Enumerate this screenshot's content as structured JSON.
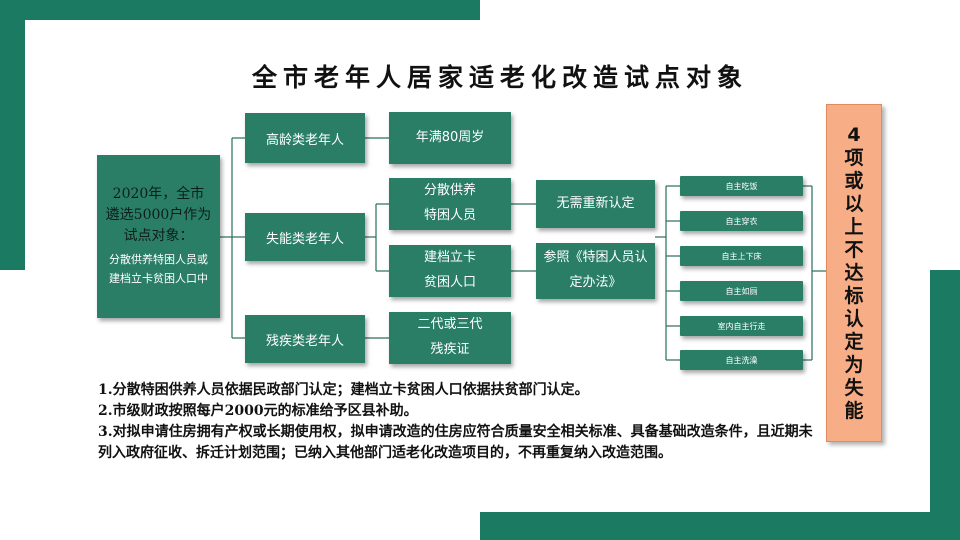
{
  "title": "全市老年人居家适老化改造试点对象",
  "root": {
    "line1": "2020年，全市",
    "line2": "遴选5000户作为",
    "line3": "试点对象：",
    "line4": "分散供养特困人员或",
    "line5": "建档立卡贫困人口中"
  },
  "categories": {
    "advanced_age": "高龄类老年人",
    "disabled_function": "失能类老年人",
    "disability": "残疾类老年人"
  },
  "conditions": {
    "age80": "年满80周岁",
    "scattered_l1": "分散供养",
    "scattered_l2": "特困人员",
    "poverty_l1": "建档立卡",
    "poverty_l2": "贫困人口",
    "disability_l1": "二代或三代",
    "disability_l2": "残疾证"
  },
  "assessment": {
    "no_reassess": "无需重新认定",
    "refer_l1": "参照《特困人员认",
    "refer_l2": "定办法》"
  },
  "abilities": [
    "自主吃饭",
    "自主穿衣",
    "自主上下床",
    "自主如厕",
    "室内自主行走",
    "自主洗澡"
  ],
  "criteria": "4项或以上不达标认定为失能",
  "notes": [
    "1.分散特困供养人员依据民政部门认定；建档立卡贫困人口依据扶贫部门认定。",
    "2.市级财政按照每户2000元的标准给予区县补助。",
    "3.对拟申请住房拥有产权或长期使用权，拟申请改造的住房应符合质量安全相关标准、具备基础改造条件，且近期未列入政府征收、拆迁计划范围；已纳入其他部门适老化改造项目的，不再重复纳入改造范围。"
  ],
  "colors": {
    "box_green": "#2a7e66",
    "deco_green": "#1a7a62",
    "criteria_bg": "#f7ad85"
  }
}
